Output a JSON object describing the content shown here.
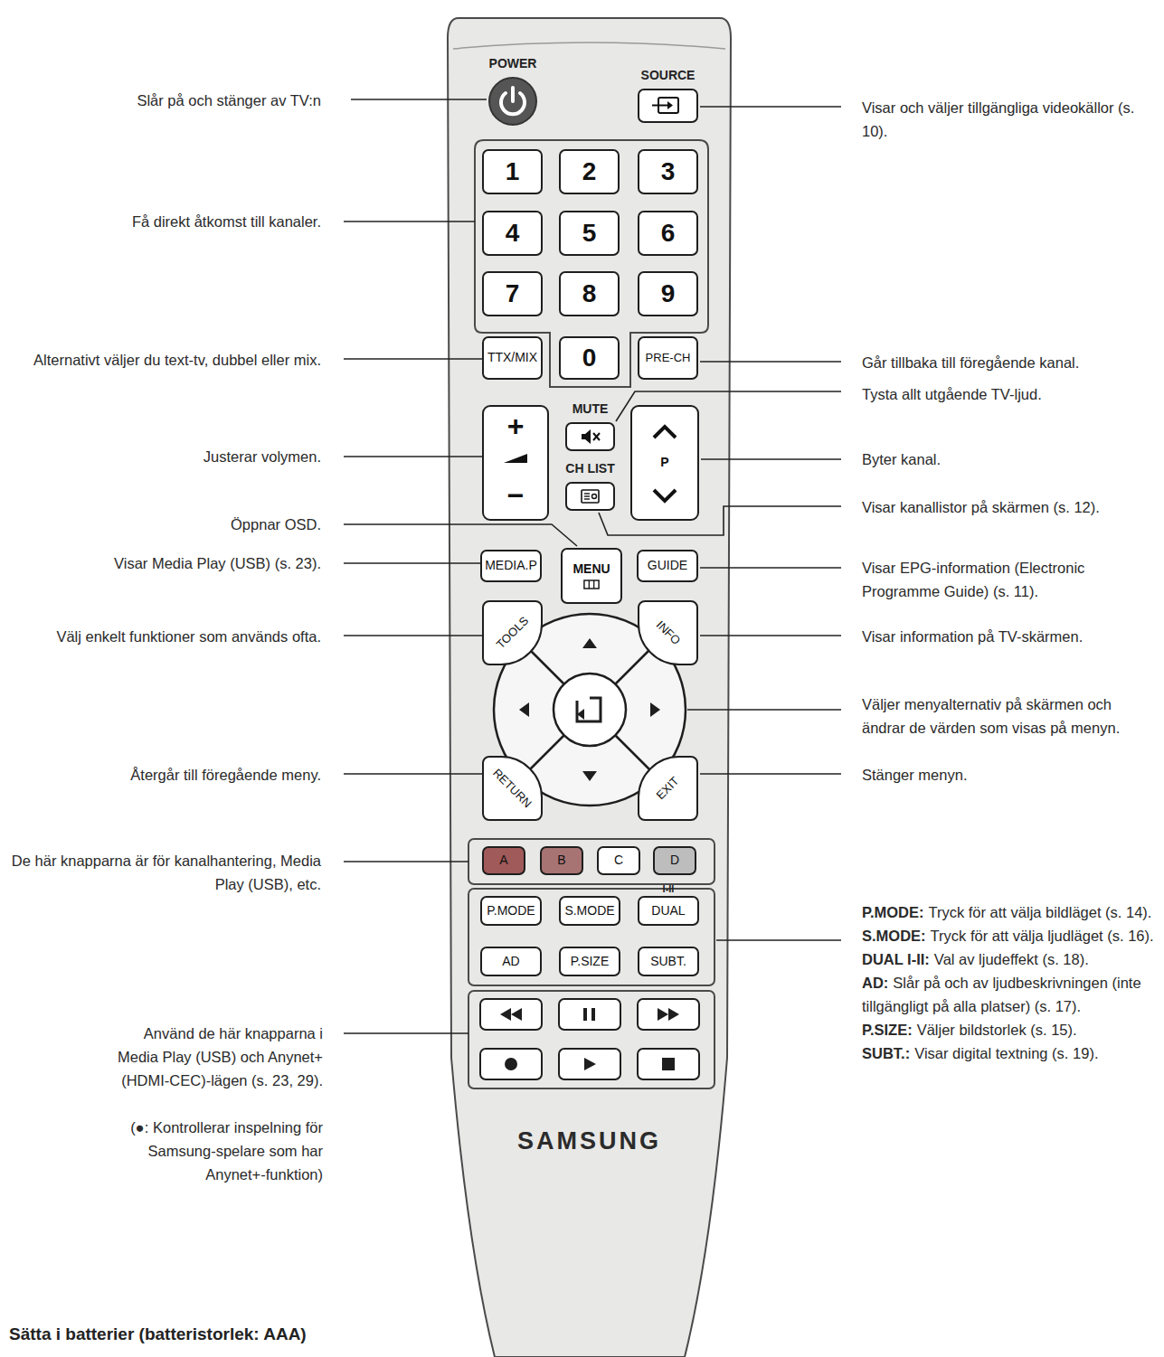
{
  "diagram": {
    "nodes": [
      {
        "text": [
          "SAMSUNG"
        ]
      },
      {
        "text": [
          "POWER"
        ],
        "in": 0
      },
      {
        "text": [
          "SOURCE"
        ],
        "in": 0
      },
      {
        "text": [
          "1"
        ],
        "in": 0
      },
      {
        "text": [
          "2"
        ],
        "in": 0
      },
      {
        "text": [
          "3"
        ],
        "in": 0
      },
      {
        "text": [
          "4"
        ],
        "in": 0
      },
      {
        "text": [
          "5"
        ],
        "in": 0
      },
      {
        "text": [
          "6"
        ],
        "in": 0
      },
      {
        "text": [
          "7"
        ],
        "in": 0
      },
      {
        "text": [
          "8"
        ],
        "in": 0
      },
      {
        "text": [
          "9"
        ],
        "in": 0
      },
      {
        "text": [
          "TTX/MIX"
        ],
        "in": 0
      },
      {
        "text": [
          "0"
        ],
        "in": 0
      },
      {
        "text": [
          "PRE-CH"
        ],
        "in": 0
      },
      {
        "text": [
          "+",
          "−"
        ],
        "in": 0
      },
      {
        "text": [
          "MUTE"
        ],
        "in": 0
      },
      {
        "text": [
          "P"
        ],
        "in": 0
      },
      {
        "text": [
          "CH LIST"
        ],
        "in": 0
      },
      {
        "text": [
          "MEDIA.P"
        ],
        "in": 0
      },
      {
        "text": [
          "MENU"
        ],
        "in": 0
      },
      {
        "text": [
          "GUIDE"
        ],
        "in": 0
      },
      {
        "text": [
          "TOOLS"
        ],
        "in": 0
      },
      {
        "text": [
          "INFO"
        ],
        "in": 0
      },
      {
        "text": [
          "RETURN"
        ],
        "in": 0
      },
      {
        "text": [
          "EXIT"
        ],
        "in": 0
      },
      {
        "text": [
          "A"
        ],
        "in": 0
      },
      {
        "text": [
          "B"
        ],
        "in": 0
      },
      {
        "text": [
          "C"
        ],
        "in": 0
      },
      {
        "text": [
          "D"
        ],
        "in": 0
      },
      {
        "text": [
          "P.MODE"
        ],
        "in": 0
      },
      {
        "text": [
          "S.MODE"
        ],
        "in": 0
      },
      {
        "text": [
          "I-II",
          "DUAL"
        ],
        "in": 0
      },
      {
        "text": [
          "AD"
        ],
        "in": 0
      },
      {
        "text": [
          "P.SIZE"
        ],
        "in": 0
      },
      {
        "text": [
          "SUBT."
        ],
        "in": 0
      }
    ],
    "labels": [
      "Slår på och stänger av TV:n",
      "Få direkt åtkomst till kanaler.",
      "Alternativt väljer du text-tv, dubbel eller mix.",
      "Justerar volymen.",
      "Öppnar OSD.",
      "Visar Media Play (USB) (s. 23).",
      "Välj enkelt funktioner som används ofta.",
      "Återgår till föregående meny.",
      "De här knapparna är för kanalhantering, Media Play (USB), etc.",
      "Använd de här knapparna i Media Play (USB) och Anynet+ (HDMI-CEC)-lägen (s. 23, 29).",
      "(●: Kontrollerar inspelning för Samsung-spelare som har Anynet+-funktion)",
      "Visar och väljer tillgängliga videokällor (s. 10).",
      "Går tillbaka till föregående kanal.",
      "Tysta allt utgående TV-ljud.",
      "Byter kanal.",
      "Visar kanallistor på skärmen (s. 12).",
      "Visar EPG-information (Electronic Programme Guide) (s. 11).",
      "Visar information på TV-skärmen.",
      "Väljer menyalternativ på skärmen och ändrar de värden som visas på menyn.",
      "Stänger menyn.",
      "P.MODE:",
      "Tryck för att välja bildläget (s. 14).",
      "S.MODE:",
      "Tryck för att välja ljudläget (s. 16).",
      "DUAL I-II:",
      "Val av ljudeffekt (s. 18).",
      "AD:",
      "Slår på och av ljudbeskrivningen (inte tillgängligt på alla platser) (s. 17).",
      "P.SIZE:",
      "Väljer bildstorlek (s. 15).",
      "SUBT.:",
      "Visar digital textning (s. 19).",
      "Sätta i batterier (batteristorlek: AAA)"
    ]
  }
}
